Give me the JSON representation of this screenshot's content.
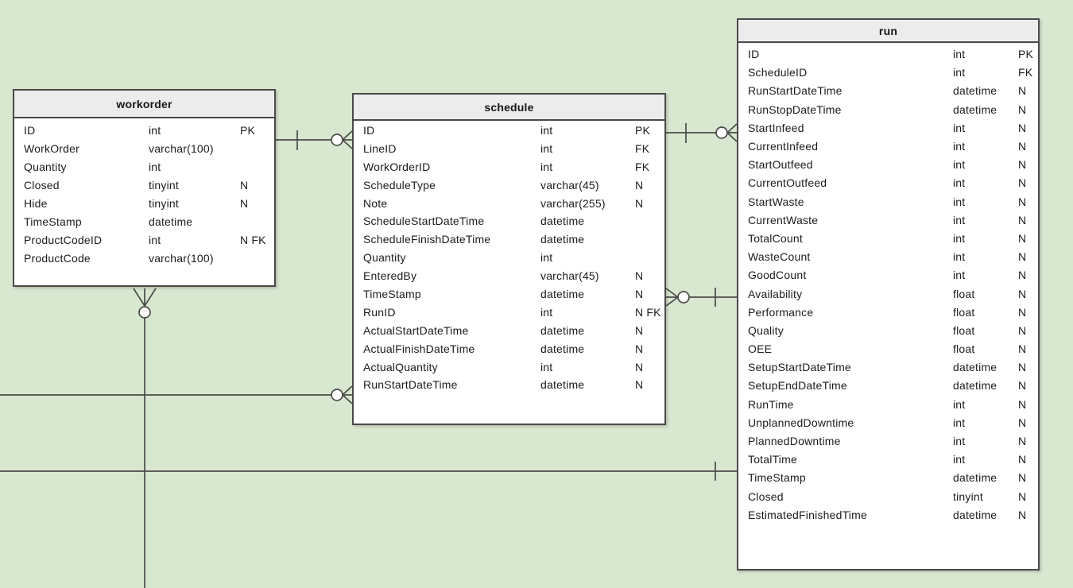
{
  "diagram": {
    "background_color": "#d8e7d0",
    "table_fill": "#ffffff",
    "table_header_fill": "#ececec",
    "line_color": "#4a4a4a",
    "annotation_color": "#f15b40"
  },
  "tables": [
    {
      "title": "workorder",
      "fields": [
        {
          "name": "ID",
          "type": "int",
          "flags": "PK",
          "mark": "check"
        },
        {
          "name": "WorkOrder",
          "type": "varchar(100)",
          "flags": "",
          "mark": "check"
        },
        {
          "name": "Quantity",
          "type": "int",
          "flags": "",
          "mark": "strike"
        },
        {
          "name": "Closed",
          "type": "tinyint",
          "flags": "N",
          "mark": "check"
        },
        {
          "name": "Hide",
          "type": "tinyint",
          "flags": "N",
          "mark": "check"
        },
        {
          "name": "TimeStamp",
          "type": "datetime",
          "flags": "",
          "mark": "strike"
        },
        {
          "name": "ProductCodeID",
          "type": "int",
          "flags": "N FK",
          "mark": "check"
        },
        {
          "name": "ProductCode",
          "type": "varchar(100)",
          "flags": "",
          "mark": "dot"
        }
      ]
    },
    {
      "title": "schedule",
      "fields": [
        {
          "name": "ID",
          "type": "int",
          "flags": "PK",
          "mark": null
        },
        {
          "name": "LineID",
          "type": "int",
          "flags": "FK",
          "mark": "check"
        },
        {
          "name": "WorkOrderID",
          "type": "int",
          "flags": "FK",
          "mark": "check"
        },
        {
          "name": "ScheduleType",
          "type": "varchar(45)",
          "flags": "N",
          "mark": null
        },
        {
          "name": "Note",
          "type": "varchar(255)",
          "flags": "N",
          "mark": null
        },
        {
          "name": "ScheduleStartDateTime",
          "type": "datetime",
          "flags": "",
          "mark": "check"
        },
        {
          "name": "ScheduleFinishDateTime",
          "type": "datetime",
          "flags": "",
          "mark": "check"
        },
        {
          "name": "Quantity",
          "type": "int",
          "flags": "",
          "mark": "check"
        },
        {
          "name": "EnteredBy",
          "type": "varchar(45)",
          "flags": "N",
          "mark": "dot"
        },
        {
          "name": "TimeStamp",
          "type": "datetime",
          "flags": "N",
          "mark": null
        },
        {
          "name": "RunID",
          "type": "int",
          "flags": "N FK",
          "mark": null
        },
        {
          "name": "ActualStartDateTime",
          "type": "datetime",
          "flags": "N",
          "mark": null
        },
        {
          "name": "ActualFinishDateTime",
          "type": "datetime",
          "flags": "N",
          "mark": null
        },
        {
          "name": "ActualQuantity",
          "type": "int",
          "flags": "N",
          "mark": null
        },
        {
          "name": "RunStartDateTime",
          "type": "datetime",
          "flags": "N",
          "mark": null
        }
      ]
    },
    {
      "title": "run",
      "fields": [
        {
          "name": "ID",
          "type": "int",
          "flags": "PK",
          "mark": "check"
        },
        {
          "name": "ScheduleID",
          "type": "int",
          "flags": "FK",
          "mark": null
        },
        {
          "name": "RunStartDateTime",
          "type": "datetime",
          "flags": "N",
          "mark": null
        },
        {
          "name": "RunStopDateTime",
          "type": "datetime",
          "flags": "N",
          "mark": null
        },
        {
          "name": "StartInfeed",
          "type": "int",
          "flags": "N",
          "mark": null
        },
        {
          "name": "CurrentInfeed",
          "type": "int",
          "flags": "N",
          "mark": null
        },
        {
          "name": "StartOutfeed",
          "type": "int",
          "flags": "N",
          "mark": null
        },
        {
          "name": "CurrentOutfeed",
          "type": "int",
          "flags": "N",
          "mark": null
        },
        {
          "name": "StartWaste",
          "type": "int",
          "flags": "N",
          "mark": null
        },
        {
          "name": "CurrentWaste",
          "type": "int",
          "flags": "N",
          "mark": null
        },
        {
          "name": "TotalCount",
          "type": "int",
          "flags": "N",
          "mark": "check"
        },
        {
          "name": "WasteCount",
          "type": "int",
          "flags": "N",
          "mark": null
        },
        {
          "name": "GoodCount",
          "type": "int",
          "flags": "N",
          "mark": "check"
        },
        {
          "name": "Availability",
          "type": "float",
          "flags": "N",
          "mark": null
        },
        {
          "name": "Performance",
          "type": "float",
          "flags": "N",
          "mark": null
        },
        {
          "name": "Quality",
          "type": "float",
          "flags": "N",
          "mark": null
        },
        {
          "name": "OEE",
          "type": "float",
          "flags": "N",
          "mark": null
        },
        {
          "name": "SetupStartDateTime",
          "type": "datetime",
          "flags": "N",
          "mark": null
        },
        {
          "name": "SetupEndDateTime",
          "type": "datetime",
          "flags": "N",
          "mark": null
        },
        {
          "name": "RunTime",
          "type": "int",
          "flags": "N",
          "mark": null
        },
        {
          "name": "UnplannedDowntime",
          "type": "int",
          "flags": "N",
          "mark": null
        },
        {
          "name": "PlannedDowntime",
          "type": "int",
          "flags": "N",
          "mark": null
        },
        {
          "name": "TotalTime",
          "type": "int",
          "flags": "N",
          "mark": null
        },
        {
          "name": "TimeStamp",
          "type": "datetime",
          "flags": "N",
          "mark": null
        },
        {
          "name": "Closed",
          "type": "tinyint",
          "flags": "N",
          "mark": null
        },
        {
          "name": "EstimatedFinishedTime",
          "type": "datetime",
          "flags": "N",
          "mark": null
        }
      ]
    }
  ],
  "relationships": [
    {
      "from": "workorder",
      "to": "schedule",
      "from_cardinality": "one",
      "to_cardinality": "zero-or-many"
    },
    {
      "from": "schedule",
      "to": "run",
      "from_cardinality": "one",
      "to_cardinality": "zero-or-many"
    },
    {
      "from": "run",
      "to": "schedule",
      "from_cardinality": "one",
      "to_cardinality": "zero-or-many"
    },
    {
      "from": "off-canvas-left",
      "to": "schedule",
      "to_cardinality": "zero-or-many"
    },
    {
      "from": "off-canvas-left",
      "to": "run",
      "to_cardinality": "one"
    },
    {
      "from": "workorder",
      "to": "off-canvas-bottom",
      "from_cardinality": "zero-or-many"
    }
  ]
}
